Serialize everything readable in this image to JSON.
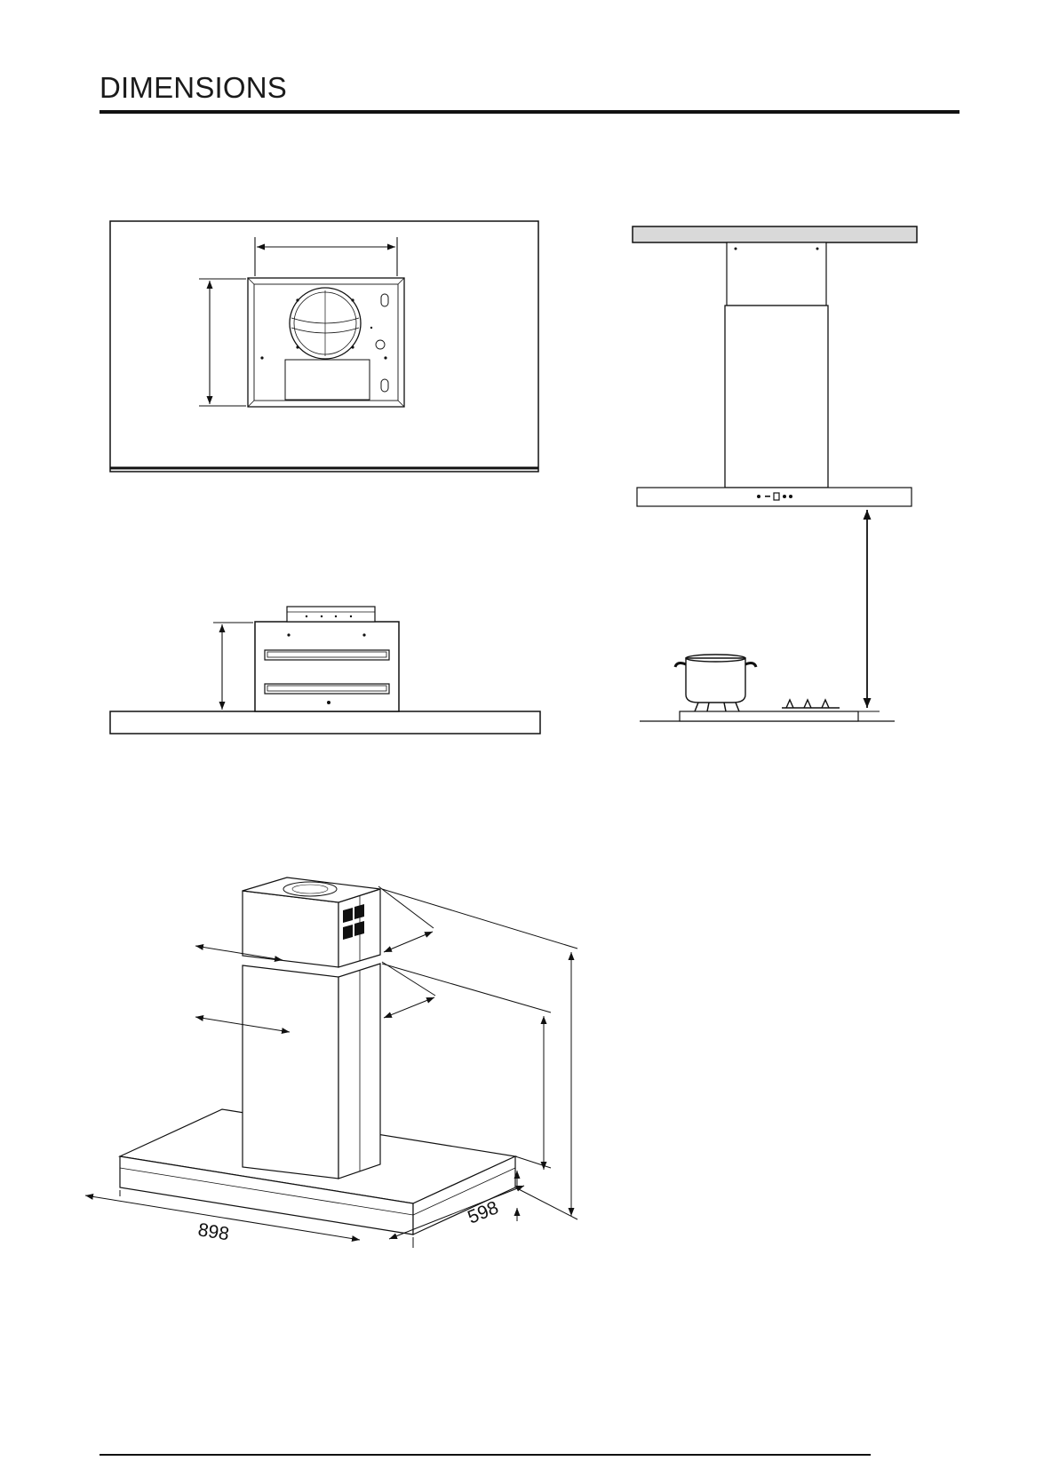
{
  "page": {
    "title": "DIMENSIONS"
  },
  "dimensions": {
    "width": "898",
    "depth": "598"
  }
}
